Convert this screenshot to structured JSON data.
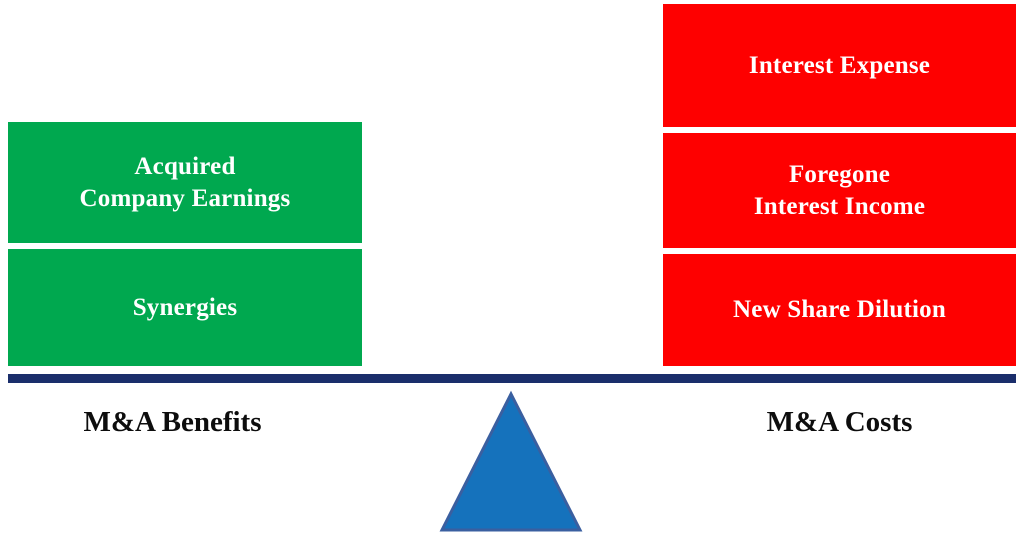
{
  "figure": {
    "title": "M&A Benefits versus M&A Costs balance scale",
    "colors": {
      "benefit_block": "#00A84F",
      "cost_block": "#FE0000",
      "beam": "#1A2E6B",
      "fulcrum_fill": "#1572BC",
      "fulcrum_stroke": "#2B4C8C",
      "block_text": "#FFFFFF",
      "caption_text": "#0D0D0D",
      "background": "#FFFFFF"
    }
  },
  "benefits": {
    "caption": "M&A Benefits",
    "blocks": [
      {
        "label": "Acquired\nCompany Earnings"
      },
      {
        "label": "Synergies"
      }
    ]
  },
  "costs": {
    "caption": "M&A Costs",
    "blocks": [
      {
        "label": "Interest Expense"
      },
      {
        "label": "Foregone\nInterest Income"
      },
      {
        "label": "New Share Dilution"
      }
    ]
  },
  "fulcrum": {
    "icon": "triangle-icon"
  }
}
